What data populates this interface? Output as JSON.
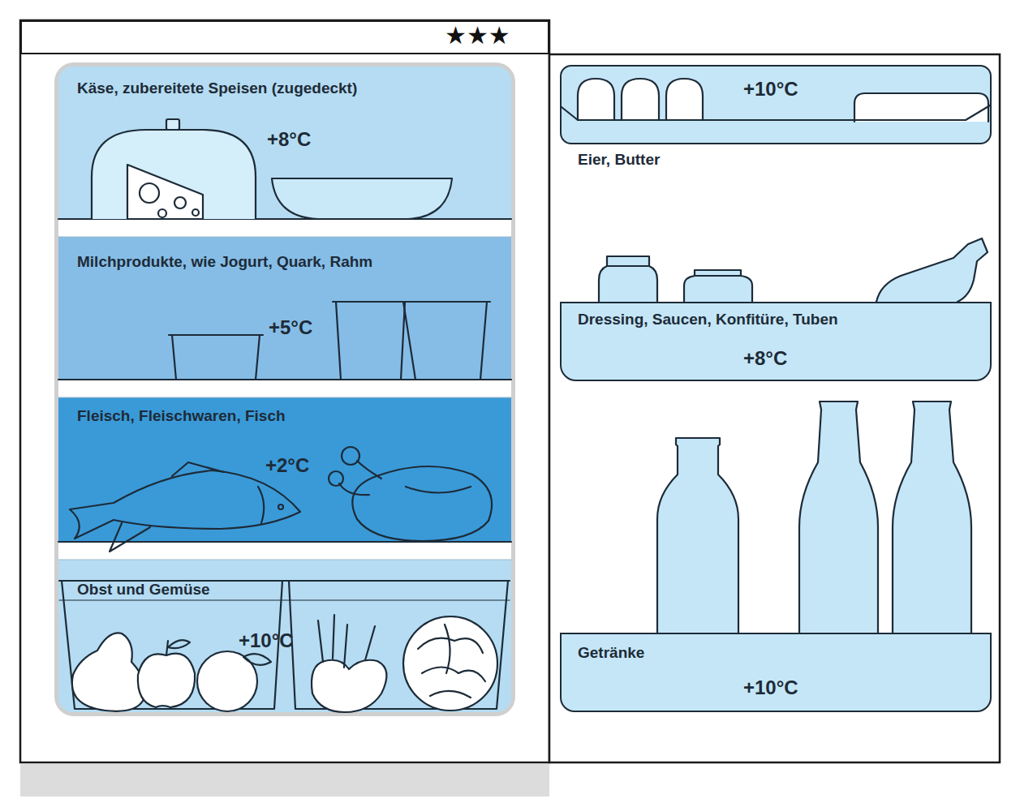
{
  "diagram": {
    "nodes": [
      {
        "text": [
          "★★★"
        ]
      },
      {
        "text": [
          "Käse, zubereitete Speisen (zugedeckt)",
          "+8°C"
        ]
      },
      {
        "text": [
          "Milchprodukte, wie Jogurt, Quark, Rahm",
          "+5°C"
        ]
      },
      {
        "text": [
          "Fleisch, Fleischwaren, Fisch",
          "+2°C"
        ]
      },
      {
        "text": [
          "Obst und Gemüse",
          "+10°C"
        ]
      },
      {
        "text": [
          "+10°C",
          "Eier, Butter"
        ]
      },
      {
        "text": [
          "Dressing, Saucen, Konfitüre, Tuben",
          "+8°C"
        ]
      },
      {
        "text": [
          "Getränke",
          "+10°C"
        ]
      }
    ]
  }
}
